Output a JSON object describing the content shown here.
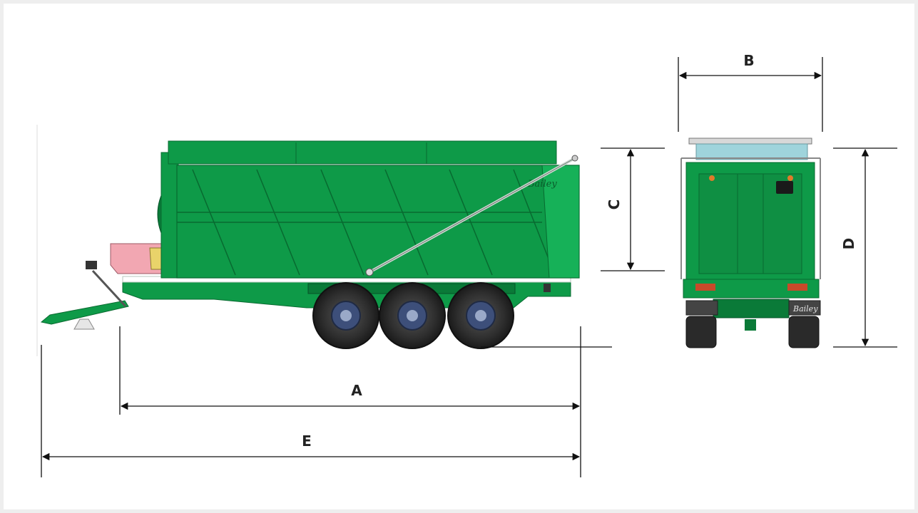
{
  "diagram": {
    "dimension_labels": {
      "a": "A",
      "b": "B",
      "c": "C",
      "d": "D",
      "e": "E"
    },
    "side_view_logo": "Bailey",
    "rear_view_logo": "Bailey",
    "colors": {
      "body_green": "#0e9a48",
      "dark_green": "#0a7a38",
      "light_green": "#16b158",
      "tire": "#2a2a2a",
      "hub": "#3d4f7a",
      "pink_part": "#f2a7b2",
      "yellow_part": "#e9d36a",
      "dimension_line": "#111111",
      "frame_border": "#eeeeee"
    }
  }
}
